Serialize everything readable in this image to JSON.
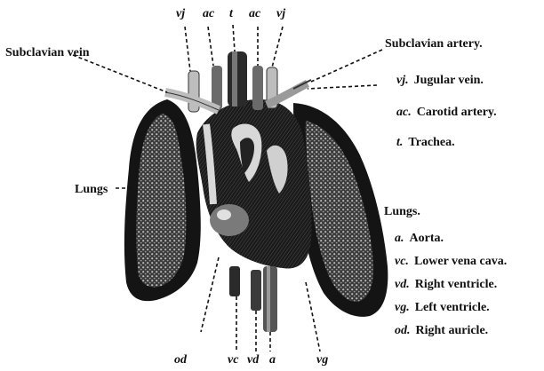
{
  "labels": {
    "top": {
      "vj_left": "vj",
      "ac_left": "ac",
      "t": "t",
      "ac_right": "ac",
      "vj_right": "vj"
    },
    "subclavian_vein": "Subclavian vein",
    "subclavian_artery": "Subclavian artery.",
    "lungs_left": "Lungs",
    "lungs_right": "Lungs.",
    "bottom": {
      "od": "od",
      "vc": "vc",
      "vd": "vd",
      "a": "a",
      "vg": "vg"
    }
  },
  "legend_top": [
    {
      "abbr": "vj.",
      "text": "Jugular vein."
    },
    {
      "abbr": "ac.",
      "text": "Carotid artery."
    },
    {
      "abbr": "t.",
      "text": "Trachea."
    }
  ],
  "legend_bottom": [
    {
      "abbr": "a.",
      "text": "Aorta."
    },
    {
      "abbr": "vc.",
      "text": "Lower vena cava."
    },
    {
      "abbr": "vd.",
      "text": "Right ventricle."
    },
    {
      "abbr": "vg.",
      "text": "Left ventricle."
    },
    {
      "abbr": "od.",
      "text": "Right auricle."
    }
  ]
}
